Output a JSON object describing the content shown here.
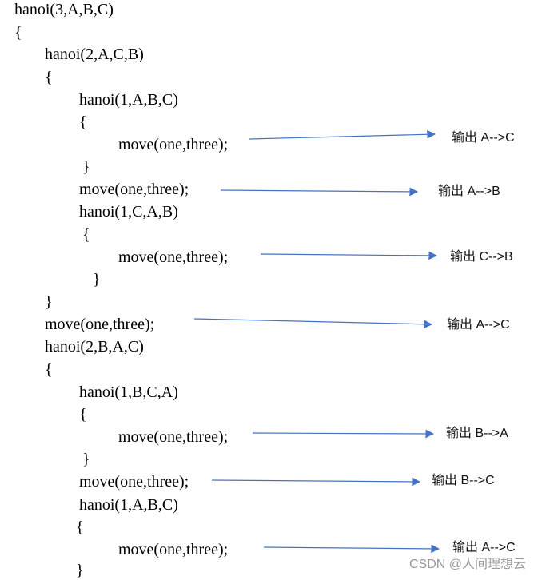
{
  "lines": [
    "hanoi(3,A,B,C)",
    "{",
    "hanoi(2,A,C,B)",
    "{",
    "hanoi(1,A,B,C)",
    "{",
    "move(one,three);",
    "}",
    "move(one,three);",
    "hanoi(1,C,A,B)",
    "{",
    "move(one,three);",
    "}",
    "}",
    "move(one,three);",
    "hanoi(2,B,A,C)",
    "{",
    "hanoi(1,B,C,A)",
    "{",
    "move(one,three);",
    "}",
    "move(one,three);",
    "hanoi(1,A,B,C)",
    "{",
    "move(one,three);",
    "}"
  ],
  "outputs": [
    "输出 A-->C",
    "输出 A-->B",
    "输出 C-->B",
    "输出 A-->C",
    "输出 B-->A",
    "输出 B-->C",
    "输出 A-->C"
  ],
  "watermark": "CSDN @人间理想云",
  "colors": {
    "arrow": "#4472c4",
    "text": "#000000",
    "watermark": "#9a9a9a"
  }
}
